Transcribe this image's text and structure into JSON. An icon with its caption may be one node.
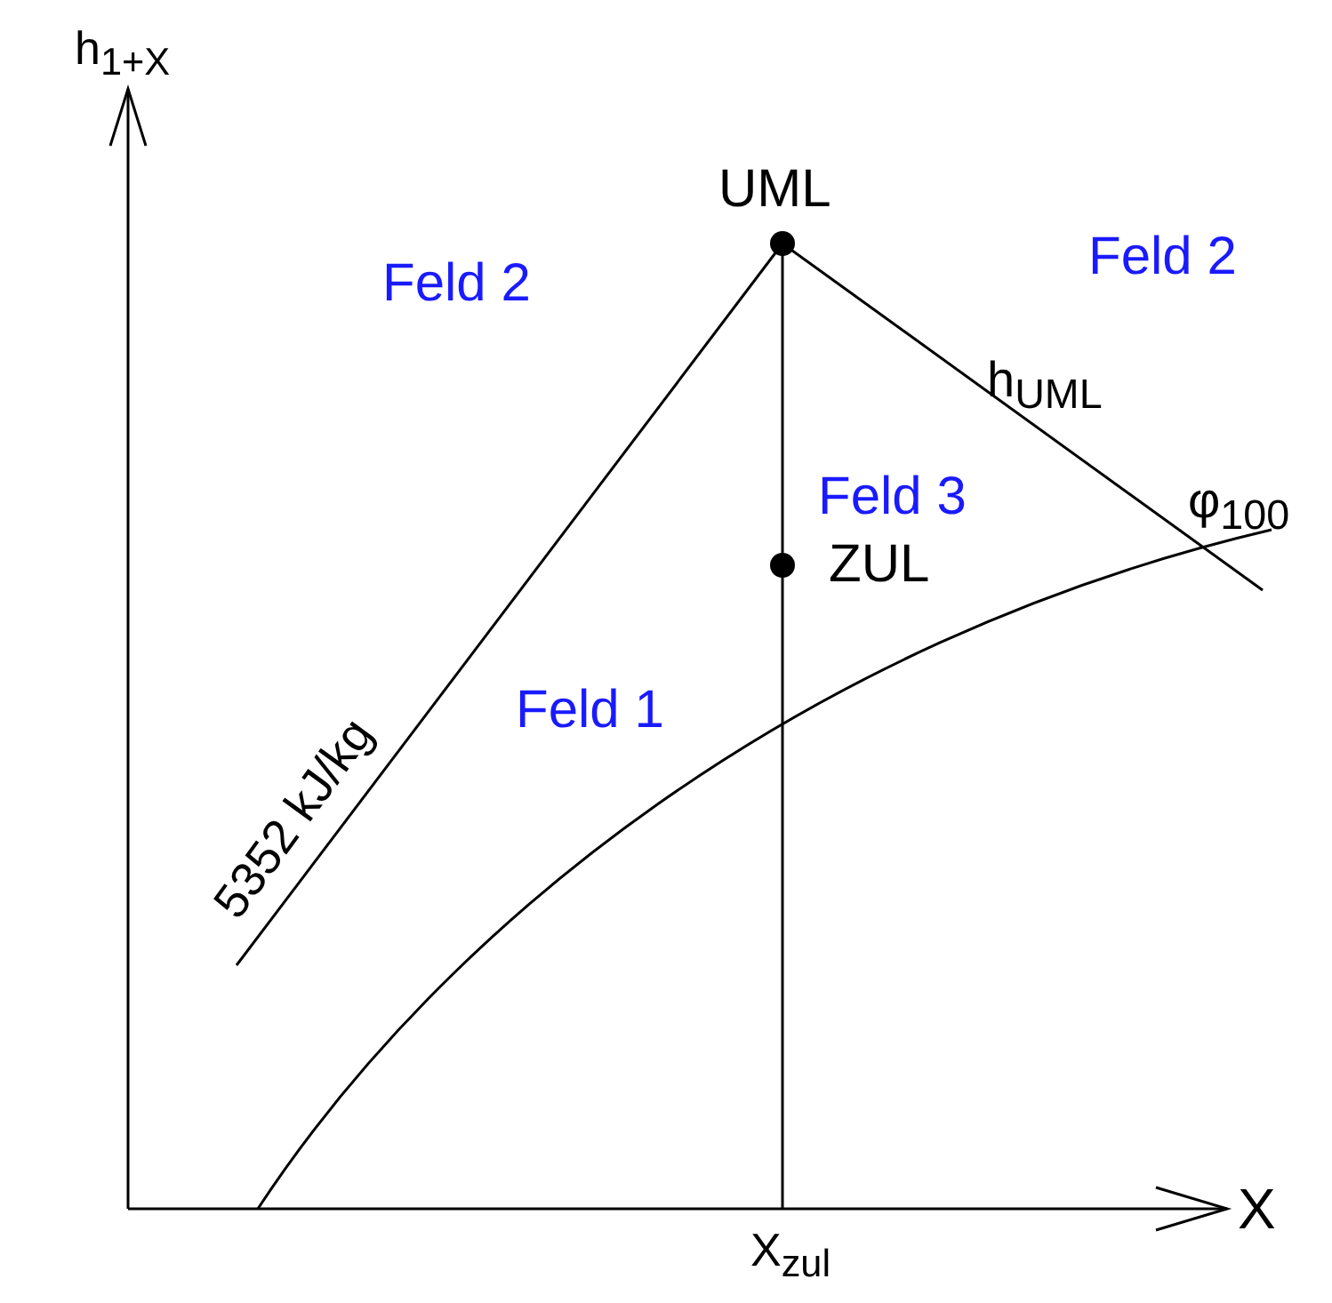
{
  "diagram": {
    "labels": [
      "h$_{1+X}$",
      "UML",
      "Feld 2",
      "Feld 2",
      "h$_{UML}$",
      "Feld 3",
      "φ$_{100}$",
      "ZUL",
      "Feld 1",
      "5352 kJ/kg",
      "X",
      "X$_{zul}$"
    ]
  }
}
